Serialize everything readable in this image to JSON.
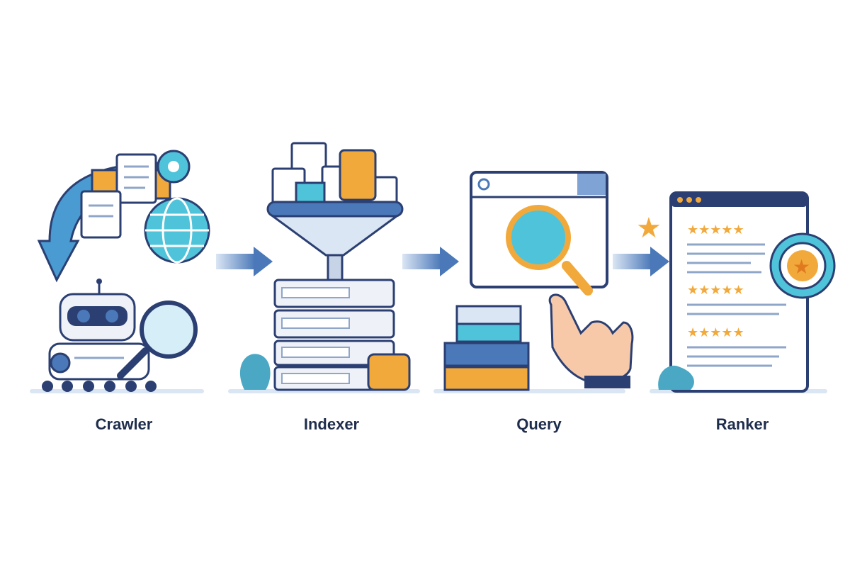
{
  "stages": [
    {
      "label": "Crawler",
      "icon": "robot-crawler-icon"
    },
    {
      "label": "Indexer",
      "icon": "funnel-server-icon"
    },
    {
      "label": "Query",
      "icon": "search-window-icon"
    },
    {
      "label": "Ranker",
      "icon": "ranked-results-icon"
    }
  ],
  "colors": {
    "navy": "#2b3f72",
    "blue": "#4a78b8",
    "cyan": "#4fc3d9",
    "orange": "#f2a93b",
    "light": "#dbe6f4"
  }
}
